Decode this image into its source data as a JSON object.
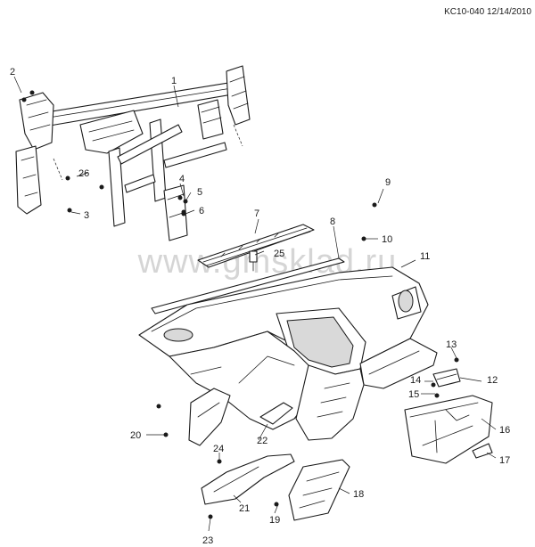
{
  "diagram_id": "KC10-040 12/14/2010",
  "watermark": "www.gmsklad.ru",
  "callouts": {
    "c1": "1",
    "c2": "2",
    "c3": "3",
    "c4": "4",
    "c5": "5",
    "c6": "6",
    "c7": "7",
    "c8": "8",
    "c9": "9",
    "c10": "10",
    "c11": "11",
    "c12": "12",
    "c13": "13",
    "c14": "14",
    "c15": "15",
    "c16": "16",
    "c17": "17",
    "c18": "18",
    "c19": "19",
    "c20": "20",
    "c21": "21",
    "c22": "22",
    "c23": "23",
    "c24": "24",
    "c25": "25",
    "c26": "26"
  }
}
